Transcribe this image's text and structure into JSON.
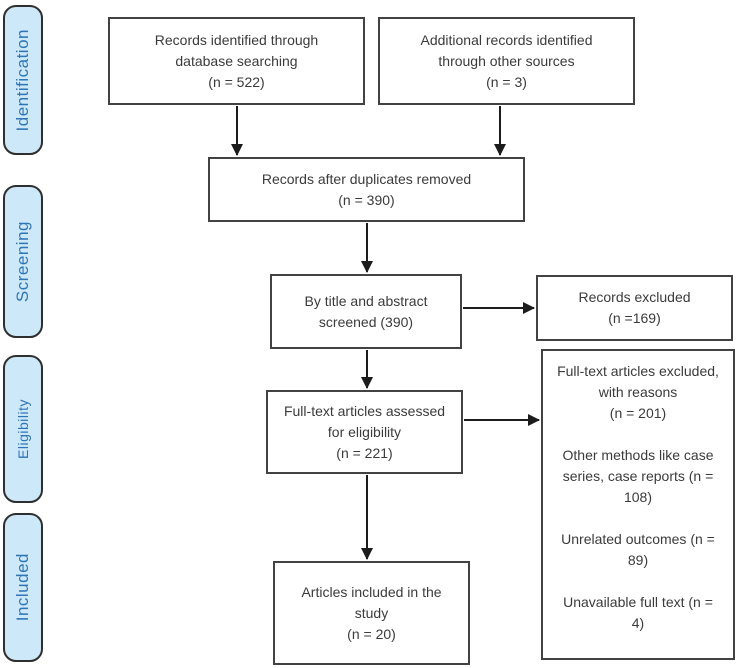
{
  "stages": [
    {
      "id": "identification",
      "label": "Identification"
    },
    {
      "id": "screening",
      "label": "Screening"
    },
    {
      "id": "eligibility",
      "label": "Eligibility"
    },
    {
      "id": "included",
      "label": "Included"
    }
  ],
  "boxes": {
    "identified": "Records identified through\ndatabase searching\n(n = 522)",
    "additional": "Additional records identified\nthrough other sources\n(n = 3)",
    "deduplicated": "Records after duplicates removed\n(n = 390)",
    "screened": "By title and abstract\nscreened (390)",
    "records_excluded": "Records excluded\n(n =169)",
    "fulltext_assessed": "Full-text articles assessed\nfor eligibility\n(n = 221)",
    "fulltext_excluded": "Full-text articles excluded,\nwith reasons\n(n = 201)\n\nOther methods like case\nseries, case reports (n =\n108)\n\nUnrelated outcomes (n =\n89)\n\nUnavailable full text (n =\n4)",
    "included_articles": "Articles included in the\nstudy\n(n = 20)"
  },
  "colors": {
    "stage_fill": "#cde8f8",
    "stage_text": "#2e75b6",
    "stage_border": "#2f2f2f",
    "box_border": "#424242",
    "box_text": "#3b3b3b",
    "arrow": "#1c1c1c",
    "background": "#ffffff"
  }
}
